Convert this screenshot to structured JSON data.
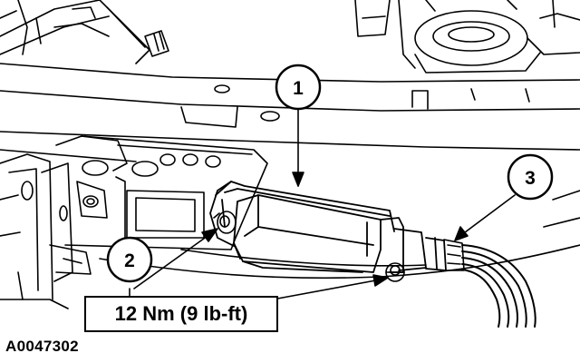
{
  "callouts": {
    "one": "1",
    "two": "2",
    "three": "3"
  },
  "torque_spec": "12 Nm (9 lb-ft)",
  "figure_id": "A0047302"
}
